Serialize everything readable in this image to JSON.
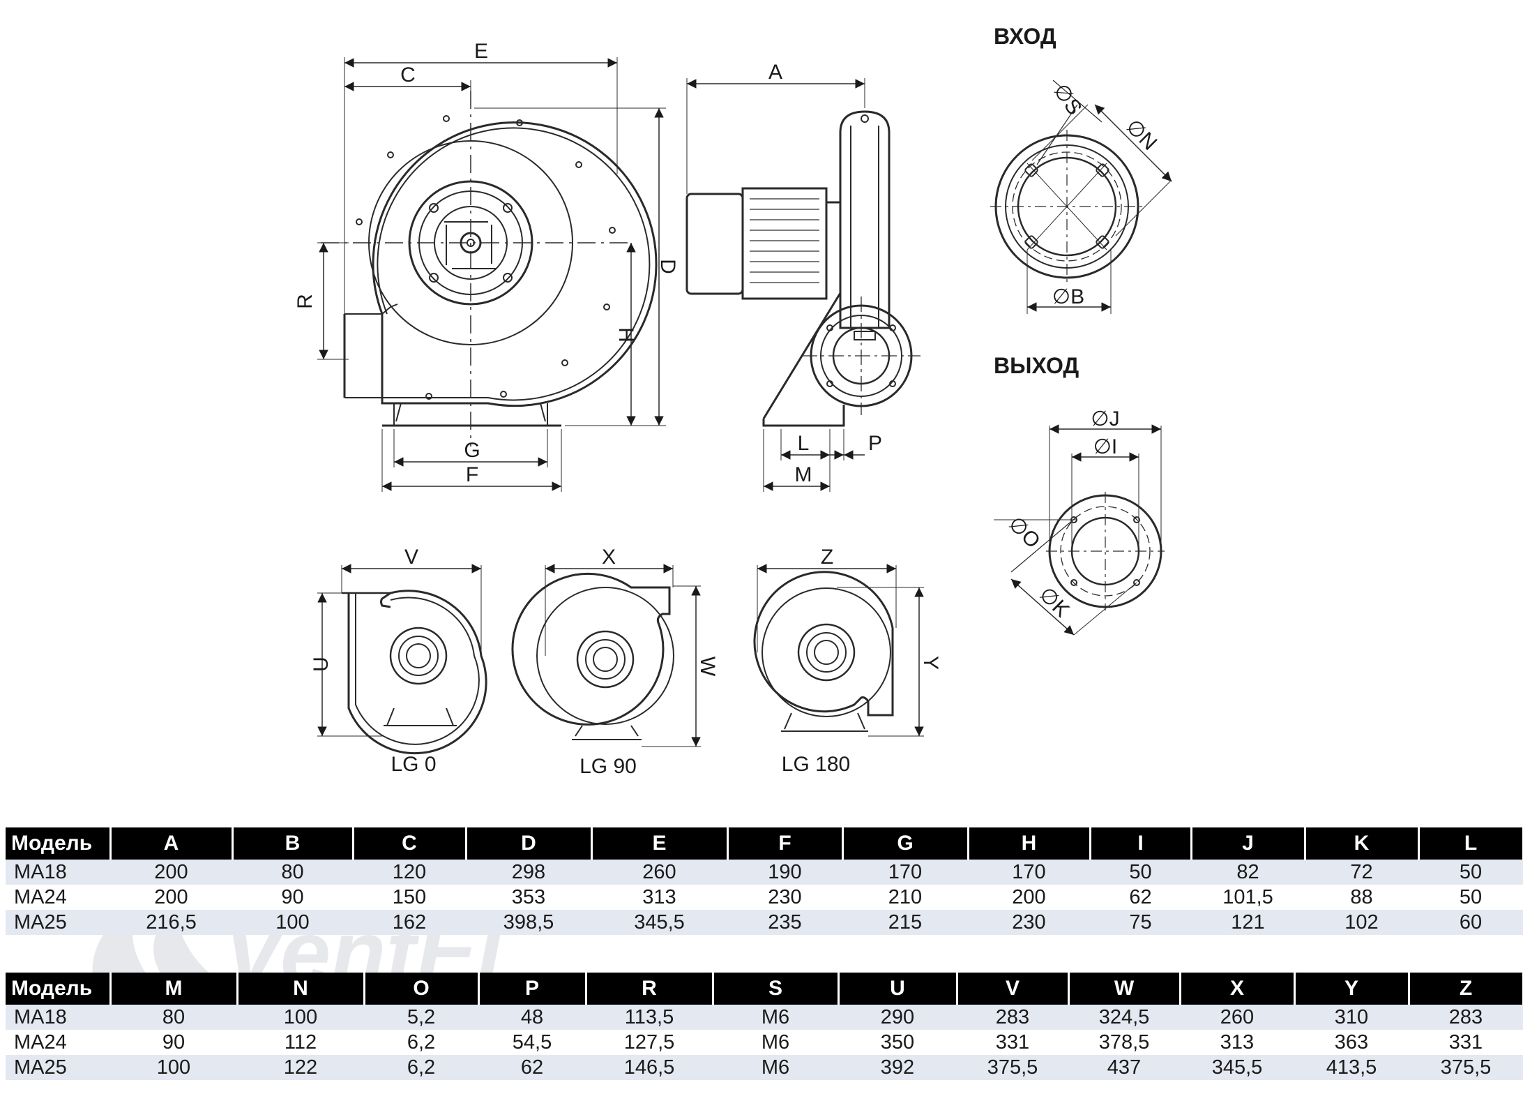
{
  "drawing": {
    "inlet_title": "ВХОД",
    "outlet_title": "ВЫХОД",
    "dims": {
      "A": "A",
      "B": "B",
      "C": "C",
      "D": "D",
      "E": "E",
      "F": "F",
      "G": "G",
      "H": "H",
      "I": "I",
      "J": "J",
      "K": "K",
      "L": "L",
      "M": "M",
      "N": "N",
      "O": "O",
      "P": "P",
      "R": "R",
      "S": "S",
      "U": "U",
      "V": "V",
      "W": "W",
      "X": "X",
      "Y": "Y",
      "Z": "Z"
    },
    "orientations": [
      "LG 0",
      "LG 90",
      "LG 180"
    ]
  },
  "watermark": "VentEl",
  "tables": [
    {
      "headers": [
        "Модель",
        "A",
        "B",
        "C",
        "D",
        "E",
        "F",
        "G",
        "H",
        "I",
        "J",
        "K",
        "L"
      ],
      "rows": [
        [
          "MA18",
          "200",
          "80",
          "120",
          "298",
          "260",
          "190",
          "170",
          "170",
          "50",
          "82",
          "72",
          "50"
        ],
        [
          "MA24",
          "200",
          "90",
          "150",
          "353",
          "313",
          "230",
          "210",
          "200",
          "62",
          "101,5",
          "88",
          "50"
        ],
        [
          "MA25",
          "216,5",
          "100",
          "162",
          "398,5",
          "345,5",
          "235",
          "215",
          "230",
          "75",
          "121",
          "102",
          "60"
        ]
      ]
    },
    {
      "headers": [
        "Модель",
        "M",
        "N",
        "O",
        "P",
        "R",
        "S",
        "U",
        "V",
        "W",
        "X",
        "Y",
        "Z"
      ],
      "rows": [
        [
          "MA18",
          "80",
          "100",
          "5,2",
          "48",
          "113,5",
          "M6",
          "290",
          "283",
          "324,5",
          "260",
          "310",
          "283"
        ],
        [
          "MA24",
          "90",
          "112",
          "6,2",
          "54,5",
          "127,5",
          "M6",
          "350",
          "331",
          "378,5",
          "313",
          "363",
          "331"
        ],
        [
          "MA25",
          "100",
          "122",
          "6,2",
          "62",
          "146,5",
          "M6",
          "392",
          "375,5",
          "437",
          "345,5",
          "413,5",
          "375,5"
        ]
      ]
    }
  ]
}
